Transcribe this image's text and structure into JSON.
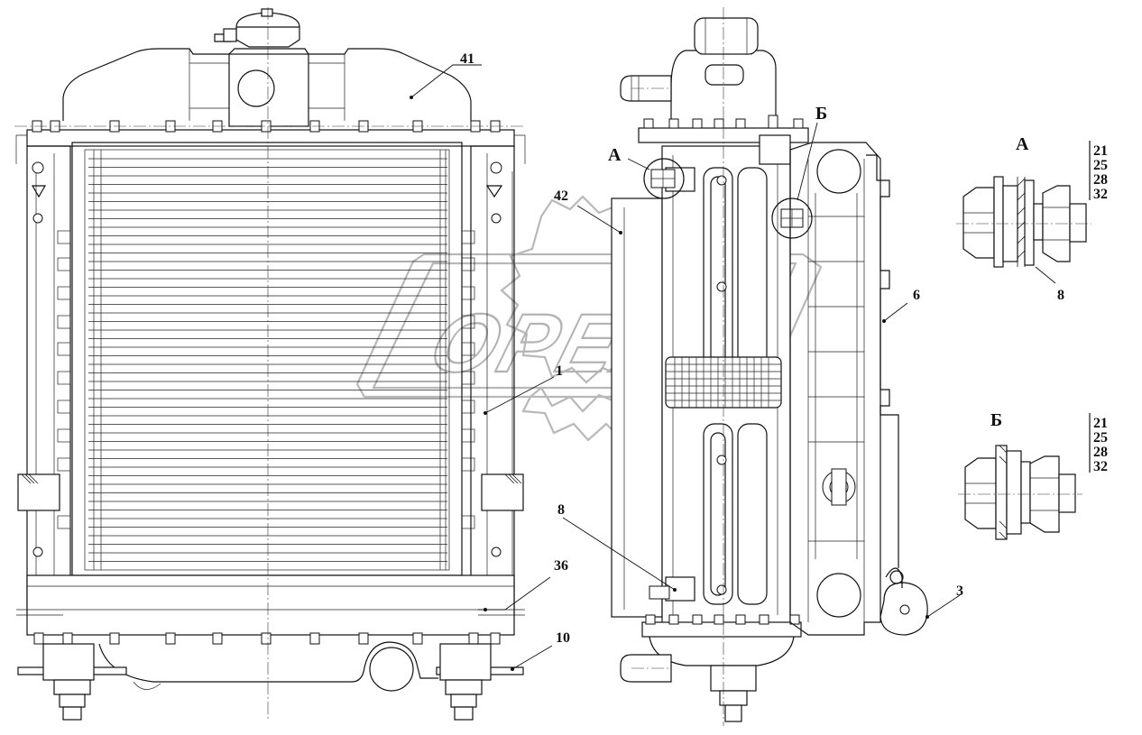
{
  "callouts": {
    "c41": "41",
    "c42": "42",
    "c1": "1",
    "c36": "36",
    "c10": "10",
    "c8_main": "8",
    "c6": "6",
    "c3": "3",
    "view_a_marker": "А",
    "view_b_marker": "Б"
  },
  "detail_a": {
    "title": "А",
    "parts": [
      "21",
      "25",
      "28",
      "32"
    ],
    "callout": "8"
  },
  "detail_b": {
    "title": "Б",
    "parts": [
      "21",
      "25",
      "28",
      "32"
    ]
  },
  "watermark": {
    "logo_text": "OPEX"
  }
}
